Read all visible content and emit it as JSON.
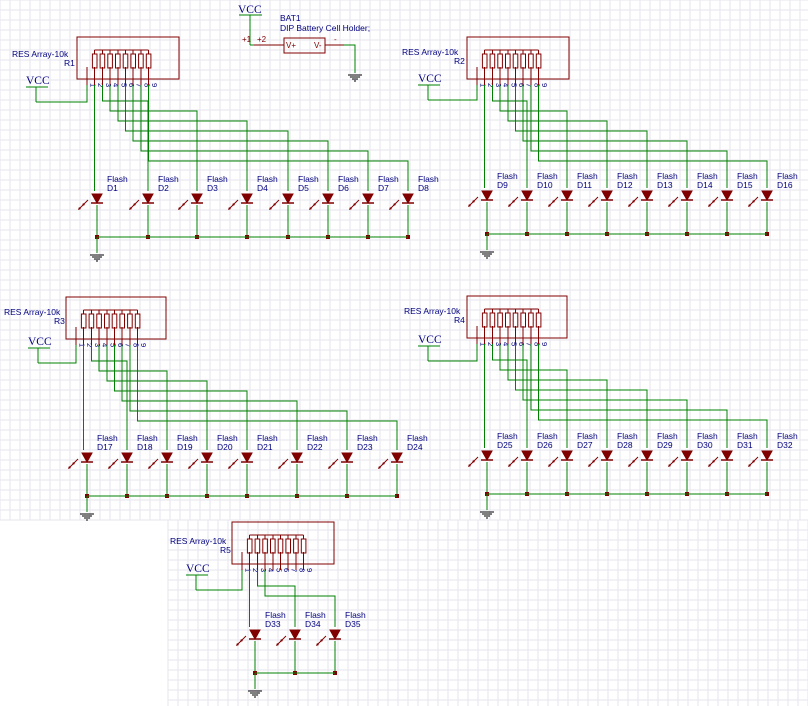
{
  "power": {
    "vcc": "VCC"
  },
  "battery": {
    "ref": "BAT1",
    "desc": "DIP Battery Cell Holder;",
    "pin1": "+1",
    "pin2": "+2",
    "vplus": "V+",
    "vminus": "V-",
    "minus": "-"
  },
  "resistor_type": "RES Array-10k",
  "led_type": "Flash",
  "blocks": [
    {
      "ref": "R1",
      "pins": [
        "1",
        "2",
        "3",
        "4",
        "5",
        "6",
        "7",
        "8",
        "9"
      ],
      "leds": [
        "D1",
        "D2",
        "D3",
        "D4",
        "D5",
        "D6",
        "D7",
        "D8"
      ]
    },
    {
      "ref": "R2",
      "pins": [
        "1",
        "2",
        "3",
        "4",
        "5",
        "6",
        "7",
        "8",
        "9"
      ],
      "leds": [
        "D9",
        "D10",
        "D11",
        "D12",
        "D13",
        "D14",
        "D15",
        "D16"
      ]
    },
    {
      "ref": "R3",
      "pins": [
        "1",
        "2",
        "3",
        "4",
        "5",
        "6",
        "7",
        "8",
        "9"
      ],
      "leds": [
        "D17",
        "D18",
        "D19",
        "D20",
        "D21",
        "D22",
        "D23",
        "D24"
      ]
    },
    {
      "ref": "R4",
      "pins": [
        "1",
        "2",
        "3",
        "4",
        "5",
        "6",
        "7",
        "8",
        "9"
      ],
      "leds": [
        "D25",
        "D26",
        "D27",
        "D28",
        "D29",
        "D30",
        "D31",
        "D32"
      ]
    },
    {
      "ref": "R5",
      "pins": [
        "1",
        "2",
        "3",
        "4",
        "5",
        "6",
        "7",
        "8",
        "9"
      ],
      "leds": [
        "D33",
        "D34",
        "D35"
      ]
    }
  ],
  "colors": {
    "wire": "#008000",
    "part": "#800000",
    "label": "#000080",
    "grid": "#e6e6ee"
  }
}
